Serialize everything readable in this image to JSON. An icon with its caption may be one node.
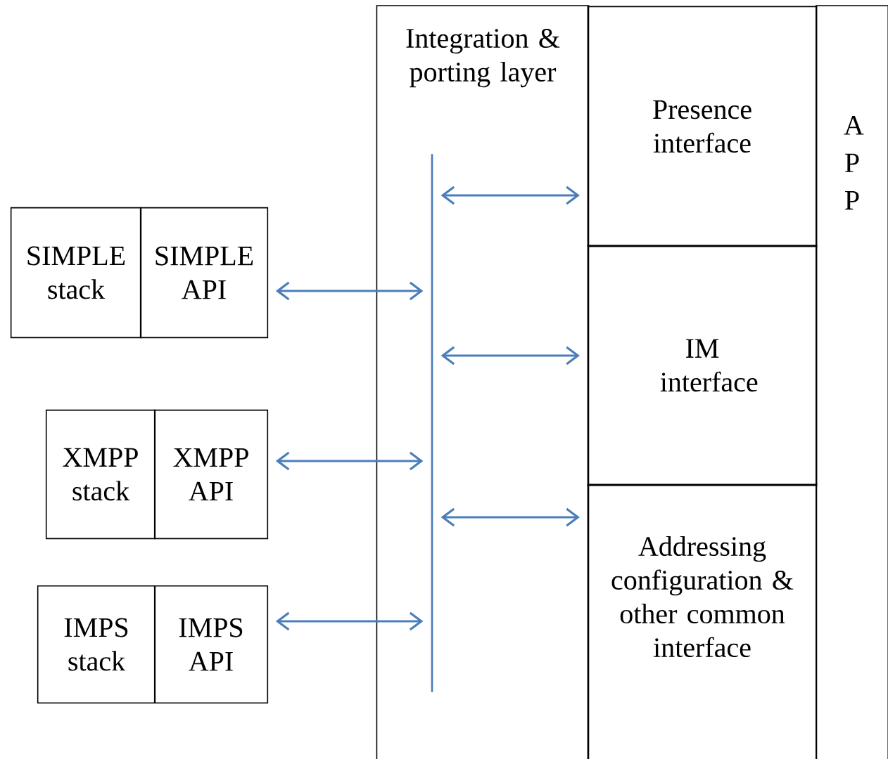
{
  "diagram": {
    "nodes": [
      {
        "text": [
          "Integration & porting layer"
        ]
      },
      {
        "text": [],
        "shape": "bar",
        "in": 0
      },
      {
        "text": [
          "Presence interface"
        ]
      },
      {
        "text": [
          "IM interface"
        ]
      },
      {
        "text": [
          "Addressing configuration & other common interface"
        ]
      },
      {
        "text": [
          "A P P"
        ]
      },
      {
        "text": [
          "SIMPLE stack"
        ]
      },
      {
        "text": [
          "SIMPLE API"
        ]
      },
      {
        "text": [
          "XMPP stack"
        ]
      },
      {
        "text": [
          "XMPP API"
        ]
      },
      {
        "text": [
          "IMPS stack"
        ]
      },
      {
        "text": [
          "IMPS API"
        ]
      }
    ],
    "edges": [
      {
        "from": 1,
        "to": 2,
        "arrow": "both"
      },
      {
        "from": 1,
        "to": 3,
        "arrow": "both"
      },
      {
        "from": 1,
        "to": 4,
        "arrow": "both"
      },
      {
        "from": 7,
        "to": 1,
        "arrow": "both"
      },
      {
        "from": 9,
        "to": 1,
        "arrow": "both"
      },
      {
        "from": 11,
        "to": 1,
        "arrow": "both"
      }
    ]
  }
}
